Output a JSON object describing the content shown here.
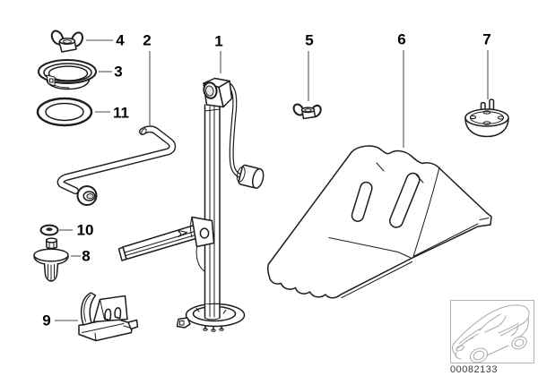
{
  "diagram": {
    "number": "00082133",
    "callouts": [
      {
        "label": "1",
        "part": "vehicle-jack"
      },
      {
        "label": "2",
        "part": "wheel-brace"
      },
      {
        "label": "3",
        "part": "rubber-cup"
      },
      {
        "label": "4",
        "part": "wing-nut"
      },
      {
        "label": "5",
        "part": "wing-nut-small"
      },
      {
        "label": "6",
        "part": "wheel-chock-holder"
      },
      {
        "label": "7",
        "part": "retaining-knob"
      },
      {
        "label": "8",
        "part": "expanding-rivet"
      },
      {
        "label": "9",
        "part": "retaining-bracket"
      },
      {
        "label": "10",
        "part": "washer"
      },
      {
        "label": "11",
        "part": "o-ring"
      }
    ],
    "colors": {
      "background": "#ffffff",
      "line": "#1c1c1c",
      "leader": "#6e6e6e",
      "label": "#000000",
      "thumbnail_line": "#a9a9a9"
    }
  }
}
